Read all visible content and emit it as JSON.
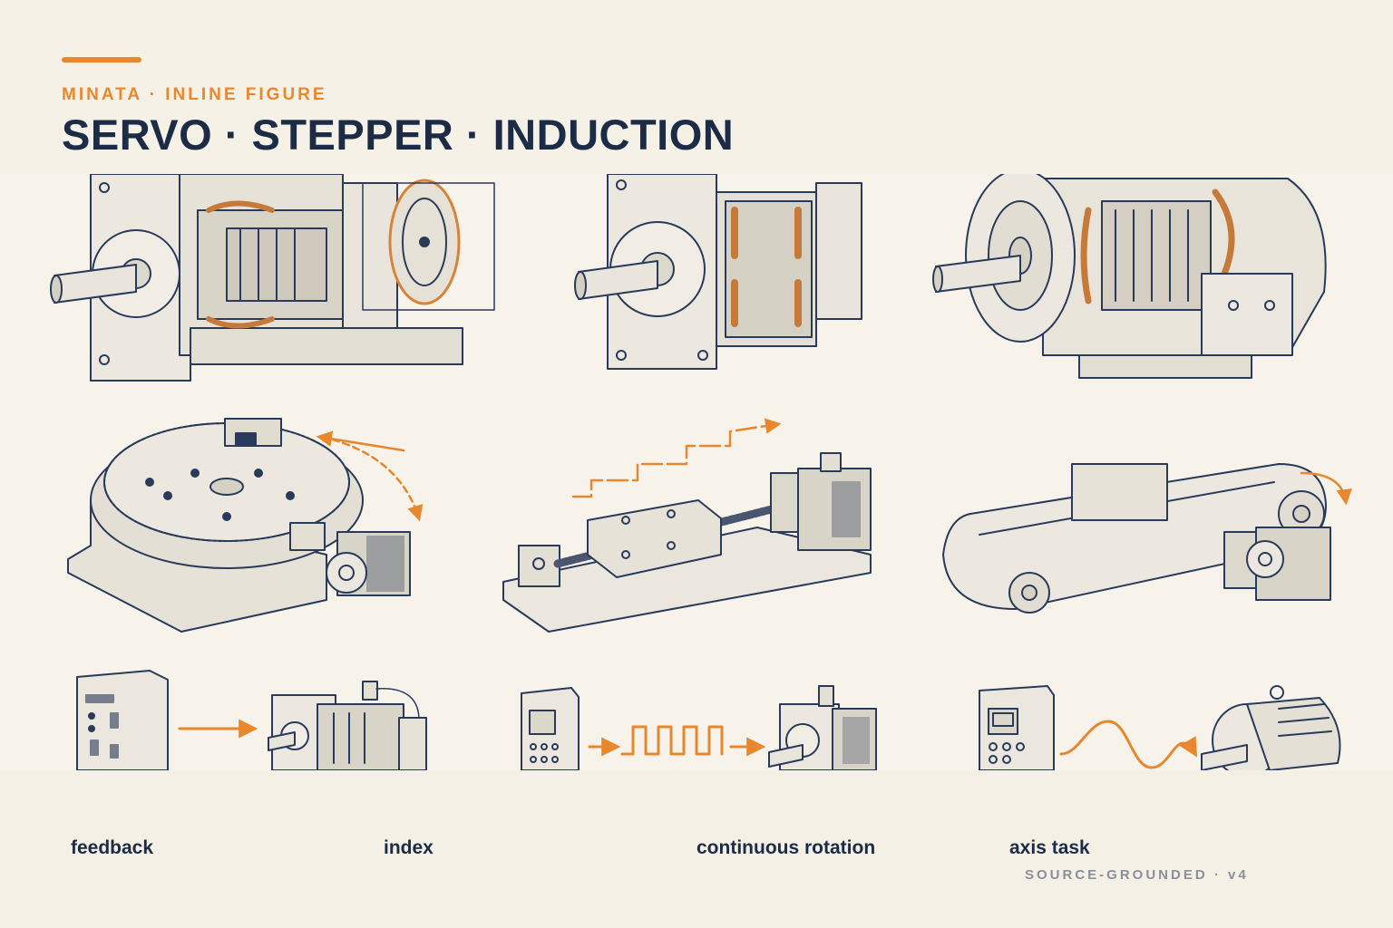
{
  "header": {
    "eyebrow": "MINATA · INLINE FIGURE",
    "title": "SERVO · STEPPER · INDUCTION"
  },
  "labels": [
    "feedback",
    "index",
    "continuous rotation",
    "axis task"
  ],
  "stamp": "SOURCE-GROUNDED · v4",
  "colors": {
    "accent": "#e8872e",
    "ink": "#1c2b46",
    "background": "#f5f0e6",
    "muted": "#8a8f99"
  }
}
